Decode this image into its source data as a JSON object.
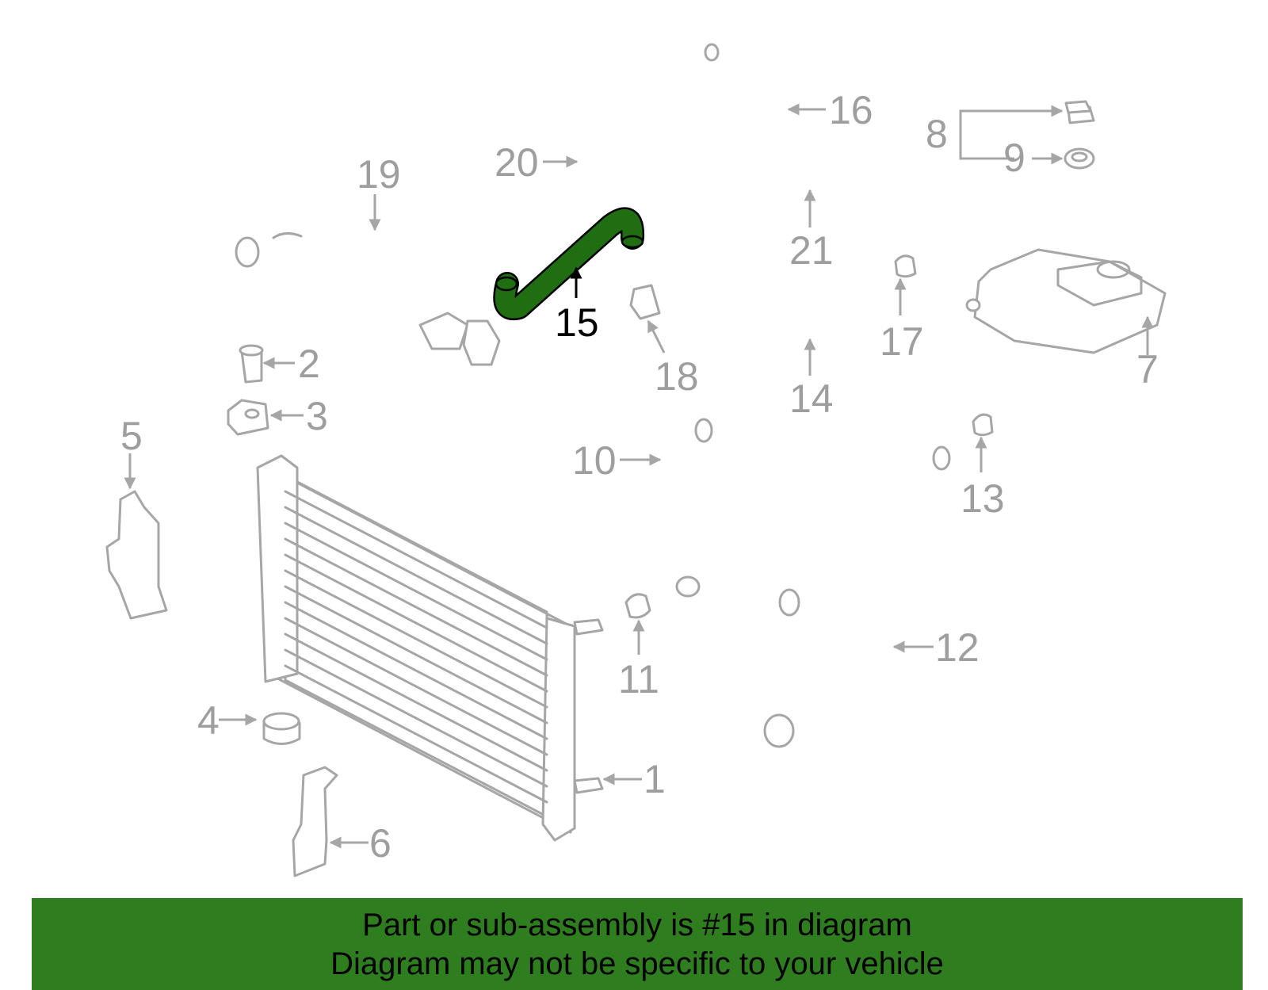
{
  "colors": {
    "highlight": "#1f6e12",
    "banner": "#2e7d1f",
    "line_art": "#a6a6a6",
    "label": "#9e9e9e",
    "highlight_label": "#000000"
  },
  "callouts": {
    "c1": "1",
    "c2": "2",
    "c3": "3",
    "c4": "4",
    "c5": "5",
    "c6": "6",
    "c7": "7",
    "c8": "8",
    "c9": "9",
    "c10": "10",
    "c11": "11",
    "c12": "12",
    "c13": "13",
    "c14": "14",
    "c15": "15",
    "c16": "16",
    "c17": "17",
    "c18": "18",
    "c19": "19",
    "c20": "20",
    "c21": "21"
  },
  "highlighted_part": "15",
  "banner": {
    "line1": "Part or sub-assembly is #15 in diagram",
    "line2": "Diagram may not be specific to your vehicle"
  }
}
